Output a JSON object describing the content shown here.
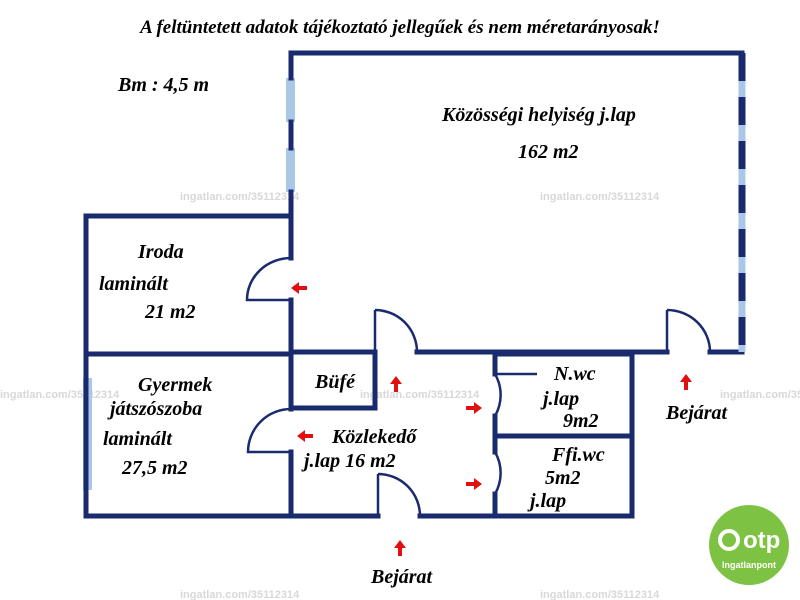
{
  "title": "A feltüntetett adatok tájékoztató jellegűek és nem méretarányosak!",
  "height_note": "Bm : 4,5 m",
  "rooms": {
    "community": {
      "name": "Közösségi helyiség j.lap",
      "area": "162 m2"
    },
    "office": {
      "name": "Iroda",
      "floor": "laminált",
      "area": "21 m2"
    },
    "playroom": {
      "name": "Gyermek",
      "name2": "játszószoba",
      "floor": "laminált",
      "area": "27,5 m2"
    },
    "buffet": {
      "name": "Büfé"
    },
    "corridor": {
      "name": "Közlekedő",
      "detail": "j.lap 16 m2"
    },
    "womens_wc": {
      "name": "N.wc",
      "floor": "j.lap",
      "area": "9m2"
    },
    "mens_wc": {
      "name": "Ffi.wc",
      "area": "5m2",
      "floor": "j.lap"
    }
  },
  "entrances": {
    "right": "Bejárat",
    "bottom": "Bejárat"
  },
  "watermark": "ingatlan.com/35112314",
  "logo": {
    "brand": "otp",
    "sub": "Ingatlanpont"
  },
  "colors": {
    "wall": "#1a2a6e",
    "window": "#a9c8e8",
    "arrow": "#e01010",
    "logo": "#7dc242"
  }
}
